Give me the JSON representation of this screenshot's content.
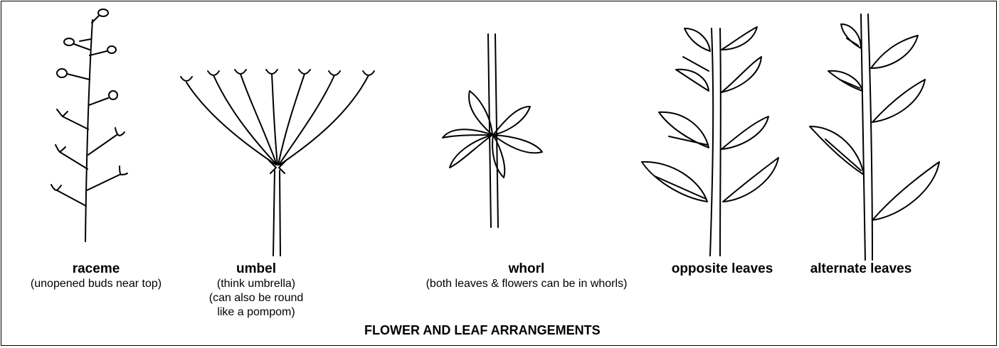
{
  "title": "FLOWER AND LEAF ARRANGEMENTS",
  "items": {
    "raceme": {
      "name": "raceme",
      "note1": "(unopened buds near top)"
    },
    "umbel": {
      "name": "umbel",
      "note1": "(think umbrella)",
      "note2": "(can also be round",
      "note3": "like a pompom)"
    },
    "whorl": {
      "name": "whorl",
      "note1": "(both leaves & flowers can be in whorls)"
    },
    "opposite": {
      "name": "opposite leaves"
    },
    "alternate": {
      "name": "alternate leaves"
    }
  }
}
